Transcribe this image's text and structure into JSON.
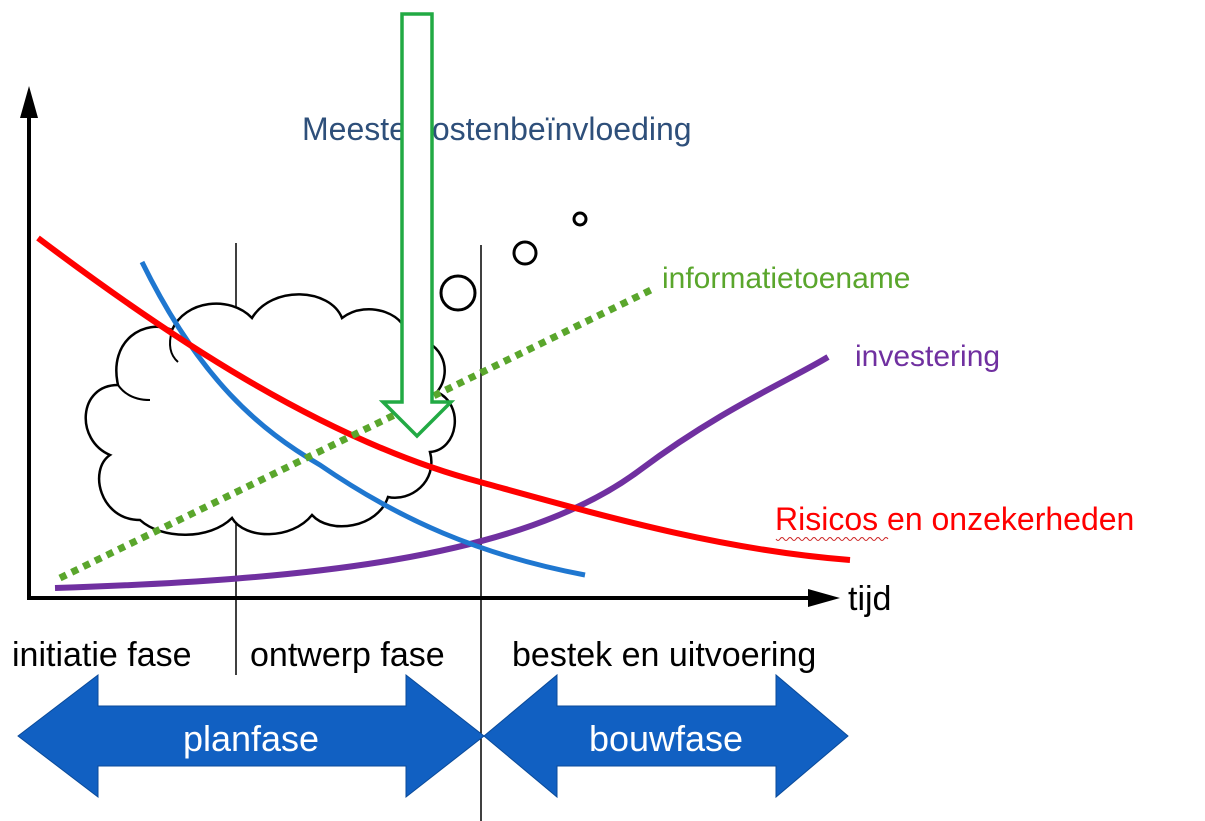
{
  "title": "Meeste kostenbeïnvloeding",
  "axis": {
    "x_label": "tijd"
  },
  "curves": {
    "informatie": {
      "label": "informatietoename",
      "color": "#5aa62c"
    },
    "investering": {
      "label": "investering",
      "color": "#7030a0"
    },
    "risicos": {
      "label_part1": "Risicos",
      "label_part2": " en onzekerheden",
      "color": "#ff0000"
    },
    "blue": {
      "color": "#1f77d0"
    }
  },
  "phases": {
    "initiatie": "initiatie fase",
    "ontwerp": "ontwerp fase",
    "bestek": "bestek en uitvoering"
  },
  "arrows": {
    "planfase": "planfase",
    "bouwfase": "bouwfase",
    "fill_color": "#1160c2"
  },
  "annotation": {
    "arrow_color": "#22aa44"
  },
  "colors": {
    "title": "#2e4f7a",
    "axis": "#000000"
  }
}
